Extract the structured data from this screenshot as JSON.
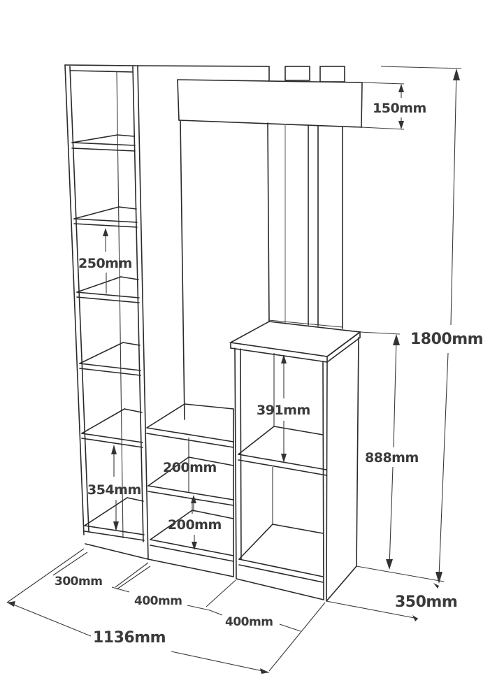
{
  "diagram": {
    "type": "furniture-dimension-drawing",
    "subject": "hall stand / shelving unit with coat rail",
    "line_color": "#2a2a2a",
    "label_color": "#3a3a3a",
    "background": "#ffffff"
  },
  "dimensions": {
    "top_panel_height": "150mm",
    "total_height": "1800mm",
    "left_shelf_spacing": "250mm",
    "right_cabinet_upper_compartment": "391mm",
    "right_cabinet_height": "888mm",
    "left_bottom_compartment": "354mm",
    "middle_shelf_spacing_upper": "200mm",
    "middle_shelf_spacing_lower": "200mm",
    "left_column_width": "300mm",
    "middle_section_width": "400mm",
    "right_section_width": "400mm",
    "total_width": "1136mm",
    "depth": "350mm"
  }
}
